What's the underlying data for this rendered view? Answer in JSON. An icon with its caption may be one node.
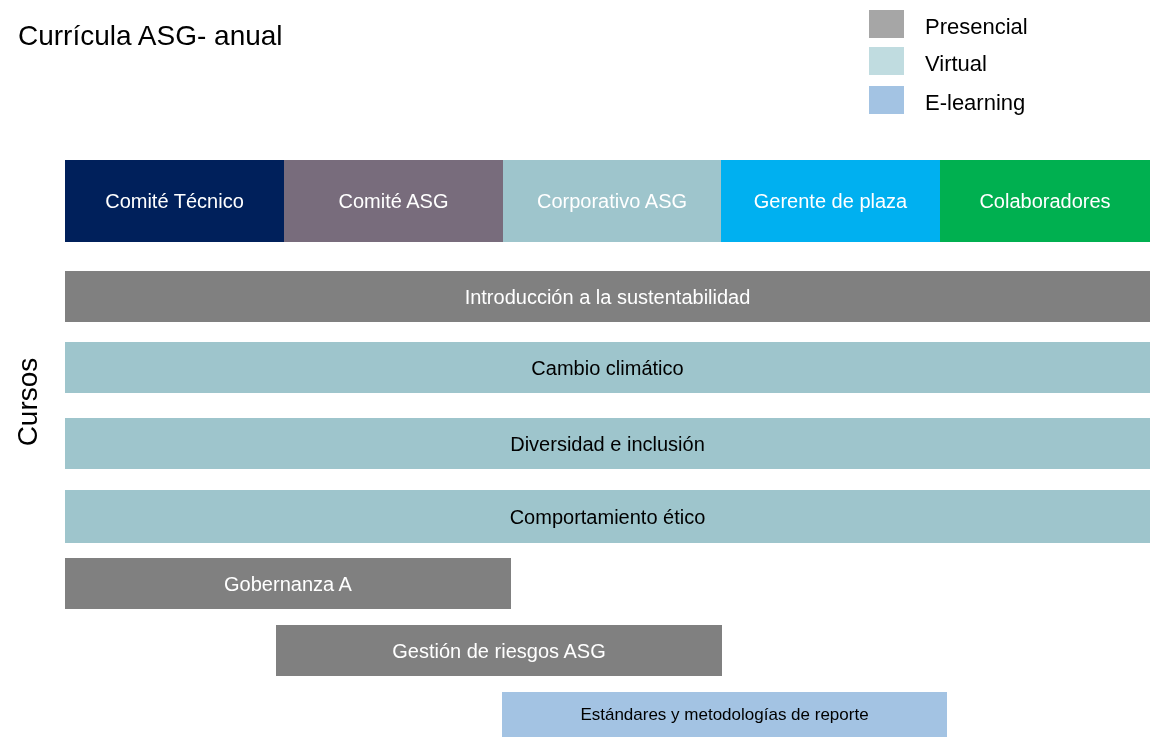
{
  "diagram": {
    "title": "Currícula ASG- anual",
    "nodes": [
      {
        "text": [
          "Comité Técnico"
        ]
      },
      {
        "text": [
          "Comité ASG"
        ]
      },
      {
        "text": [
          "Corporativo ASG"
        ]
      },
      {
        "text": [
          "Gerente de plaza"
        ]
      },
      {
        "text": [
          "Colaboradores"
        ]
      },
      {
        "text": [
          "Introducción a la sustentabilidad"
        ]
      },
      {
        "text": [
          "Cambio climático"
        ]
      },
      {
        "text": [
          "Diversidad e inclusión"
        ]
      },
      {
        "text": [
          "Comportamiento ético"
        ]
      },
      {
        "text": [
          "Gobernanza A"
        ]
      },
      {
        "text": [
          "Gestión de riesgos ASG"
        ]
      },
      {
        "text": [
          "Estándares y metodologías de reporte"
        ]
      }
    ],
    "edges": [],
    "labels": [
      "Cursos"
    ],
    "legend": [
      {
        "text": "Presencial",
        "color": "#a6a6a6"
      },
      {
        "text": "Virtual",
        "color": "#c0dce0"
      },
      {
        "text": "E-learning",
        "color": "#a3c3e3"
      }
    ]
  }
}
